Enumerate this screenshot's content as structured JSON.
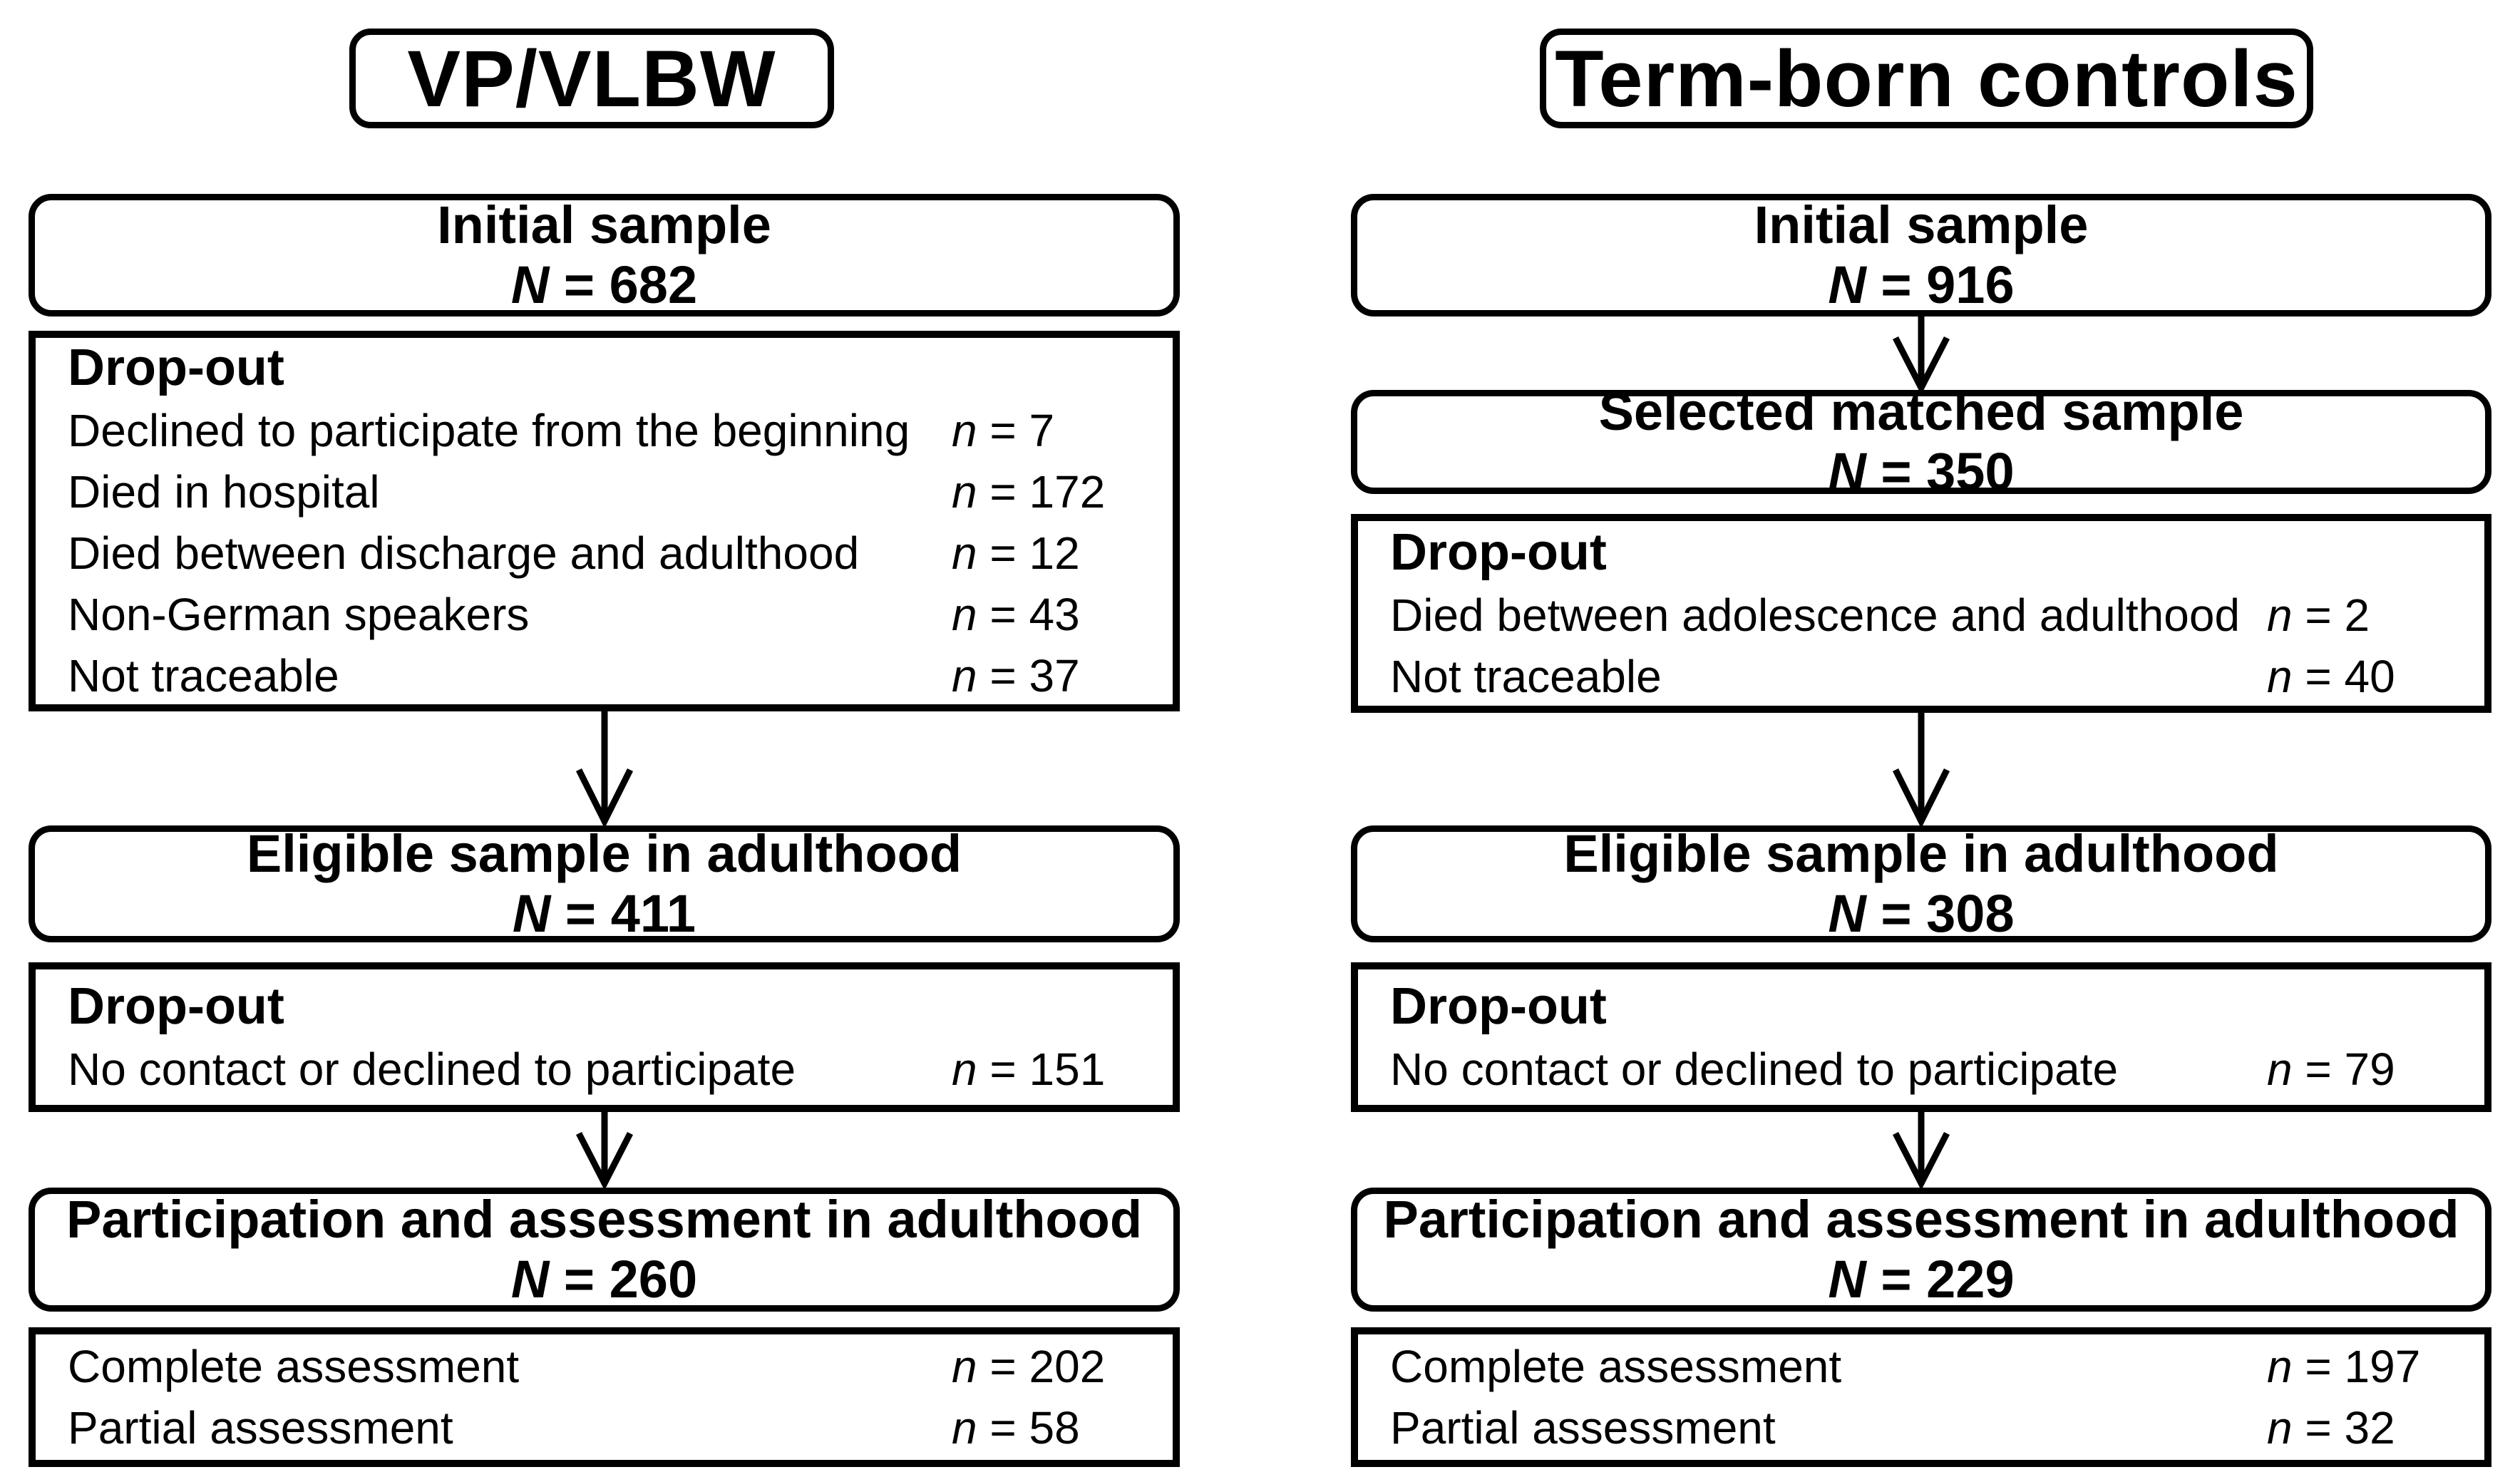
{
  "colors": {
    "border": "#000000",
    "text": "#000000",
    "background": "#ffffff"
  },
  "left": {
    "title": "VP/VLBW",
    "initial": {
      "heading": "Initial sample",
      "sym": "N",
      "rest": "= 682"
    },
    "dropout1": {
      "heading": "Drop-out",
      "rows": [
        {
          "label": "Declined to participate from the beginning",
          "sym": "n",
          "rest": "= 7"
        },
        {
          "label": "Died in hospital",
          "sym": "n",
          "rest": "= 172"
        },
        {
          "label": "Died between discharge and adulthood",
          "sym": "n",
          "rest": "= 12"
        },
        {
          "label": "Non-German speakers",
          "sym": "n",
          "rest": "= 43"
        },
        {
          "label": "Not traceable",
          "sym": "n",
          "rest": "= 37"
        }
      ]
    },
    "eligible": {
      "heading": "Eligible sample in adulthood",
      "sym": "N",
      "rest": "= 411"
    },
    "dropout2": {
      "heading": "Drop-out",
      "rows": [
        {
          "label": "No contact or declined to participate",
          "sym": "n",
          "rest": "= 151"
        }
      ]
    },
    "participation": {
      "heading": "Participation and assessment in adulthood",
      "sym": "N",
      "rest": "= 260"
    },
    "assessment": {
      "rows": [
        {
          "label": "Complete assessment",
          "sym": "n",
          "rest": "= 202"
        },
        {
          "label": "Partial assessment",
          "sym": "n",
          "rest": "= 58"
        }
      ]
    }
  },
  "right": {
    "title": "Term-born controls",
    "initial": {
      "heading": "Initial sample",
      "sym": "N",
      "rest": "= 916"
    },
    "selected": {
      "heading": "Selected matched sample",
      "sym": "N",
      "rest": "= 350"
    },
    "dropout1": {
      "heading": "Drop-out",
      "rows": [
        {
          "label": "Died between adolescence and adulthood",
          "sym": "n",
          "rest": "= 2"
        },
        {
          "label": "Not traceable",
          "sym": "n",
          "rest": "= 40"
        }
      ]
    },
    "eligible": {
      "heading": "Eligible sample in adulthood",
      "sym": "N",
      "rest": "= 308"
    },
    "dropout2": {
      "heading": "Drop-out",
      "rows": [
        {
          "label": "No contact or declined to participate",
          "sym": "n",
          "rest": "= 79"
        }
      ]
    },
    "participation": {
      "heading": "Participation and assessment in adulthood",
      "sym": "N",
      "rest": "= 229"
    },
    "assessment": {
      "rows": [
        {
          "label": "Complete assessment",
          "sym": "n",
          "rest": "= 197"
        },
        {
          "label": "Partial assessment",
          "sym": "n",
          "rest": "= 32"
        }
      ]
    }
  }
}
